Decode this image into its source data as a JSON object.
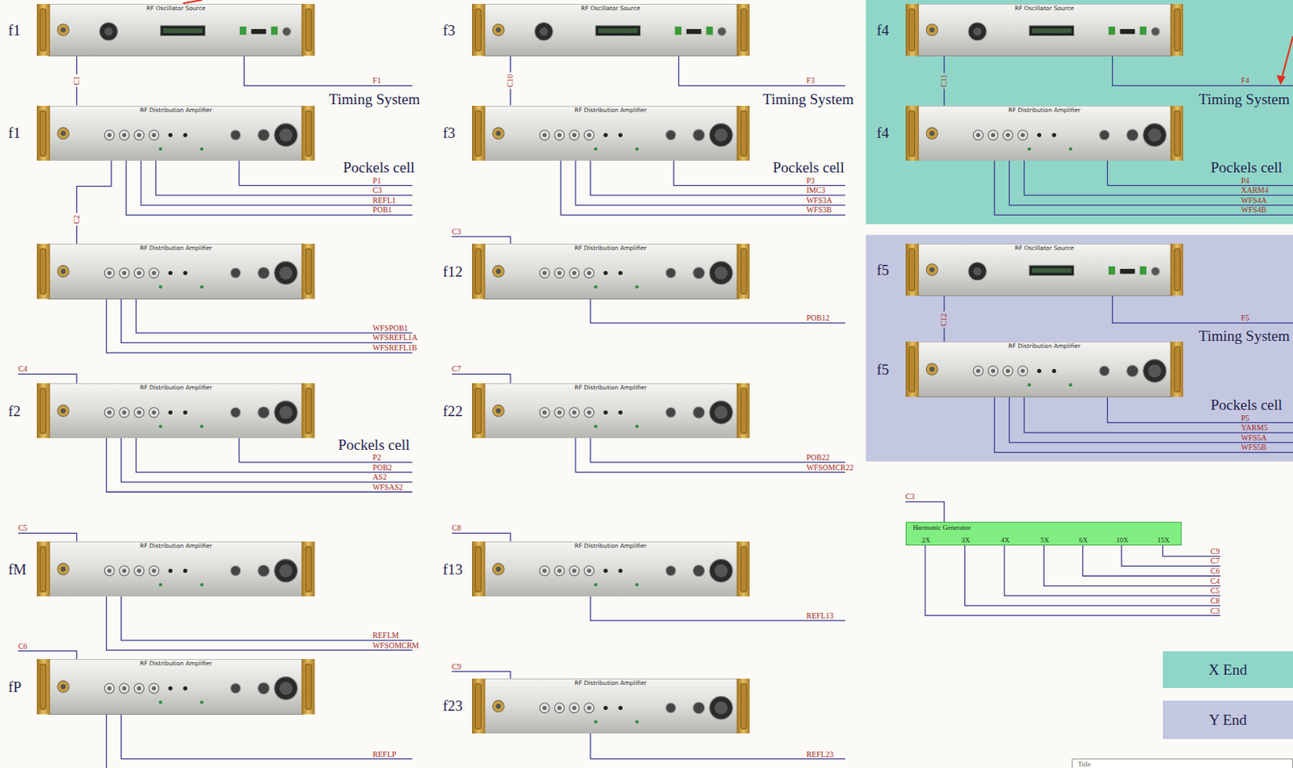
{
  "diagram": {
    "nodes": [
      {
        "text": [
          "f1",
          "RF Oscillator Source"
        ]
      },
      {
        "text": [
          "f1",
          "RF Distribution Amplifier"
        ]
      },
      {
        "text": [
          "RF Distribution Amplifier"
        ]
      },
      {
        "text": [
          "f2",
          "RF Distribution Amplifier"
        ]
      },
      {
        "text": [
          "fM",
          "RF Distribution Amplifier"
        ]
      },
      {
        "text": [
          "fP",
          "RF Distribution Amplifier"
        ]
      },
      {
        "text": [
          "f3",
          "RF Oscillator Source"
        ]
      },
      {
        "text": [
          "f3",
          "RF Distribution Amplifier"
        ]
      },
      {
        "text": [
          "f12",
          "RF Distribution Amplifier"
        ]
      },
      {
        "text": [
          "f22",
          "RF Distribution Amplifier"
        ]
      },
      {
        "text": [
          "f13",
          "RF Distribution Amplifier"
        ]
      },
      {
        "text": [
          "f23",
          "RF Distribution Amplifier"
        ]
      },
      {
        "text": [
          "f4",
          "RF Oscillator Source"
        ]
      },
      {
        "text": [
          "f4",
          "RF Distribution Amplifier"
        ]
      },
      {
        "text": [
          "f5",
          "RF Oscillator Source"
        ]
      },
      {
        "text": [
          "f5",
          "RF Distribution Amplifier"
        ]
      },
      {
        "text": [
          "Harmonic Generator",
          "2X",
          "3X",
          "4X",
          "5X",
          "6X",
          "10X",
          "15X"
        ]
      },
      {
        "text": [
          "Title"
        ]
      }
    ],
    "edges": [
      {
        "from": 0,
        "to": 1,
        "arrow": "none",
        "label": "C1"
      },
      {
        "from": 1,
        "to": 2,
        "arrow": "none",
        "label": "C2"
      },
      {
        "from": 6,
        "to": 7,
        "arrow": "none",
        "label": "C10"
      },
      {
        "from": 12,
        "to": 13,
        "arrow": "none",
        "label": "C11"
      },
      {
        "from": 14,
        "to": 15,
        "arrow": "none",
        "label": "C12"
      }
    ],
    "labels": [
      "Timing System",
      "F1",
      "Pockels cell",
      "P1",
      "C3",
      "REFL1",
      "POB1",
      "WFSPOB1",
      "WFSREFL1A",
      "WFSREFL1B",
      "C4",
      "Pockels cell",
      "P2",
      "POB2",
      "AS2",
      "WFSAS2",
      "C5",
      "REFLM",
      "WFSOMCRM",
      "C6",
      "REFLP",
      "Timing System",
      "F3",
      "Pockels cell",
      "P3",
      "IMC3",
      "WFS3A",
      "WFS3B",
      "C3",
      "POB12",
      "C7",
      "POB22",
      "WFSOMCR22",
      "C8",
      "REFL13",
      "C9",
      "REFL23",
      "F4",
      "Timing System",
      "Pockels cell",
      "P4",
      "XARM4",
      "WFS4A",
      "WFS4B",
      "F5",
      "Timing System",
      "Pockels cell",
      "P5",
      "YARM5",
      "WFS5A",
      "WFS5B",
      "C3",
      "C9",
      "C7",
      "C6",
      "C4",
      "C5",
      "C8",
      "C3"
    ],
    "legend": [
      {
        "text": "X End",
        "color": "#90d6c8"
      },
      {
        "text": "Y End",
        "color": "#c4c7e0"
      }
    ]
  }
}
